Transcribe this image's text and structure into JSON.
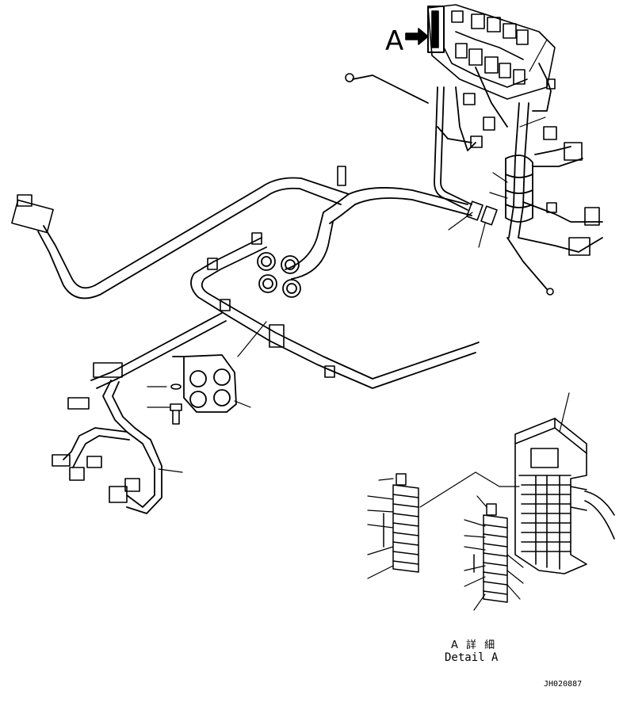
{
  "labels": {
    "view_marker": "A",
    "detail_jp": "A 詳 細",
    "detail_en": "Detail A",
    "drawing_code": "JH020887"
  },
  "colors": {
    "ink": "#000000",
    "paper": "#ffffff"
  }
}
